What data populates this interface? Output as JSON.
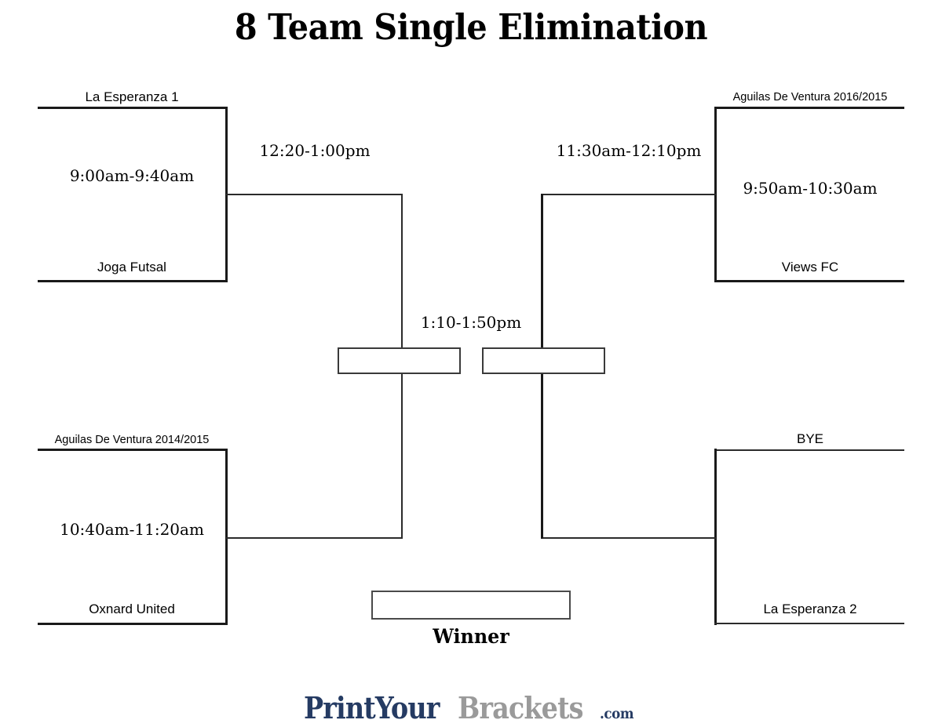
{
  "page": {
    "title": "8 Team Single Elimination"
  },
  "bracket": {
    "round1": {
      "match1": {
        "top_team": "La Esperanza 1",
        "bottom_team": "Joga Futsal",
        "time": "9:00am-9:40am"
      },
      "match2": {
        "top_team": "Aguilas De Ventura 2014/2015",
        "bottom_team": "Oxnard United",
        "time": "10:40am-11:20am"
      },
      "match3": {
        "top_team": "Aguilas De Ventura 2016/2015",
        "bottom_team": "Views FC",
        "time": "9:50am-10:30am"
      },
      "match4": {
        "top_team": "BYE",
        "bottom_team": "La Esperanza 2",
        "time": ""
      }
    },
    "round2": {
      "semifinal_left": {
        "time": "12:20-1:00pm",
        "slot_value": ""
      },
      "semifinal_right": {
        "time": "11:30am-12:10pm",
        "slot_value": ""
      }
    },
    "final": {
      "time": "1:10-1:50pm",
      "left_slot_value": "",
      "right_slot_value": ""
    },
    "champion": {
      "label": "Winner",
      "slot_value": ""
    }
  },
  "footer": {
    "logo_part1": "PrintYour",
    "logo_part2": "Brackets",
    "logo_tld": ".com",
    "color_navy": "#253b63",
    "color_gray": "#9a9a9a"
  }
}
